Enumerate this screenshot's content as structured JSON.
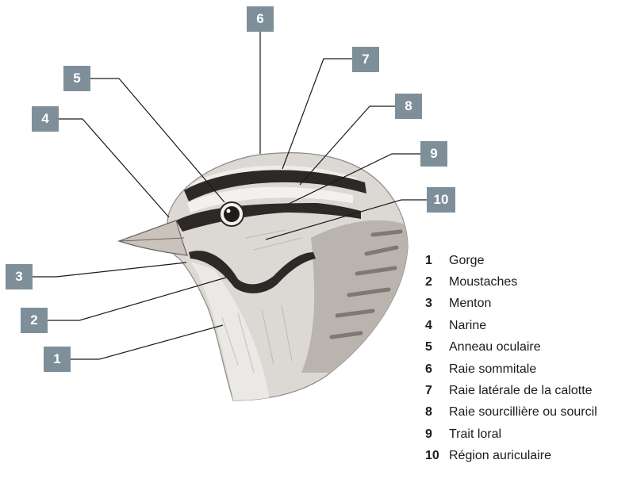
{
  "diagram": {
    "callouts": [
      "6",
      "7",
      "5",
      "8",
      "4",
      "9",
      "10",
      "3",
      "2",
      "1"
    ]
  },
  "legend": [
    {
      "num": "1",
      "label": "Gorge"
    },
    {
      "num": "2",
      "label": "Moustaches"
    },
    {
      "num": "3",
      "label": "Menton"
    },
    {
      "num": "4",
      "label": "Narine"
    },
    {
      "num": "5",
      "label": "Anneau oculaire"
    },
    {
      "num": "6",
      "label": "Raie sommitale"
    },
    {
      "num": "7",
      "label": "Raie latérale de la calotte"
    },
    {
      "num": "8",
      "label": "Raie sourcillière ou sourcil"
    },
    {
      "num": "9",
      "label": "Trait loral"
    },
    {
      "num": "10",
      "label": "Région auriculaire"
    }
  ],
  "colors": {
    "callout_box": "#7e8f9a",
    "leader_line": "#1a1a1a",
    "bird_plumage": "#d9d6d2",
    "bird_dark_stripe": "#2a2624"
  }
}
